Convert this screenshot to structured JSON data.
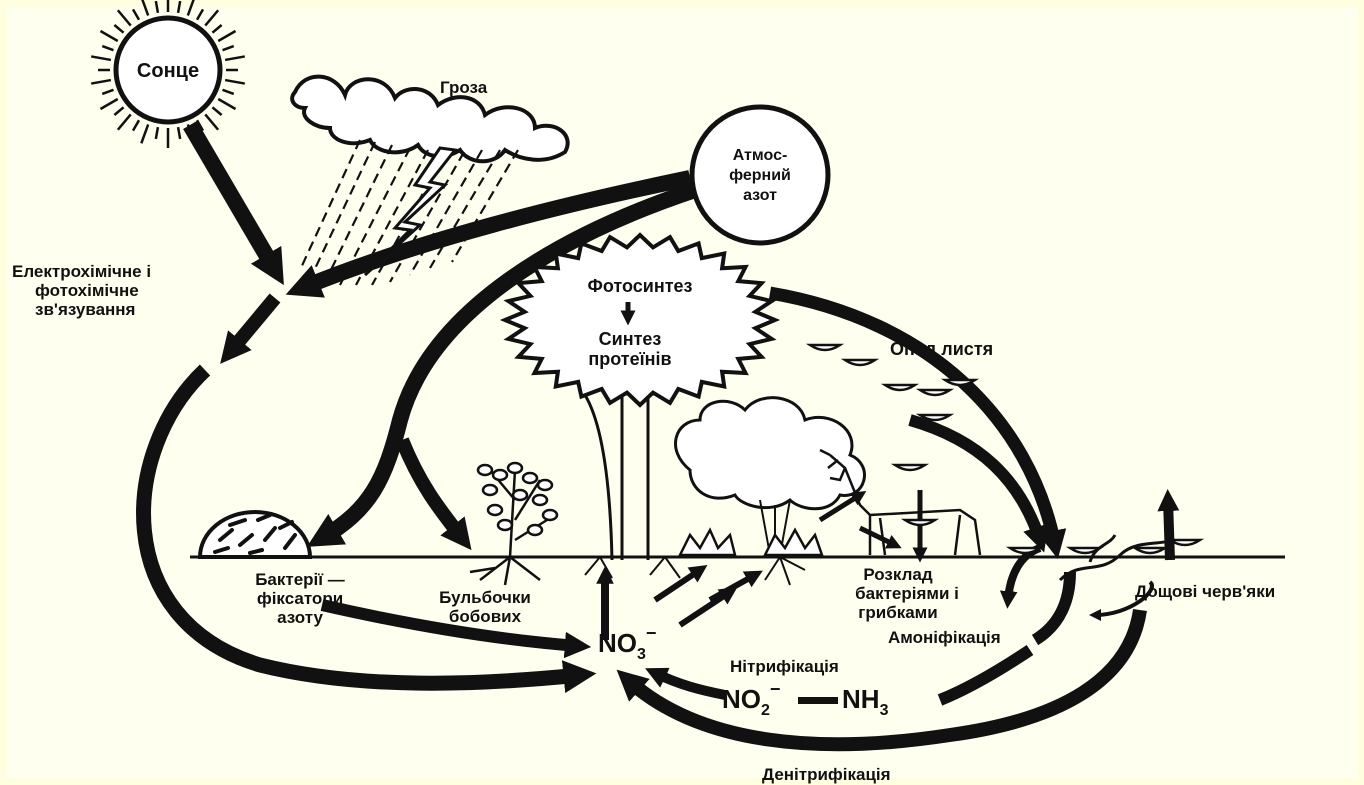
{
  "colors": {
    "background": "#fffff0",
    "ink": "#111111",
    "border": "#ffffe0"
  },
  "labels": {
    "sun": "Сонце",
    "storm": "Гроза",
    "atmosphere": [
      "Атмос-",
      "ферний",
      "азот"
    ],
    "electrochemical": [
      "Електрохімічне і",
      "фотохімічне",
      "зв'язування"
    ],
    "photosynthesis": "Фотосинтез",
    "protein_synthesis": [
      "Синтез",
      "протеїнів"
    ],
    "leaf_litter": "Опад листя",
    "fixing_bacteria": [
      "Бактерії —",
      "фіксатори",
      "азоту"
    ],
    "root_nodules": [
      "Бульбочки",
      "бобових"
    ],
    "decomposition": [
      "Розклад",
      "бактеріями і",
      "грибками"
    ],
    "earthworms": "Дощові черв'яки",
    "ammonification": "Амоніфікація",
    "nitrification": "Нітрифікація",
    "denitrification": "Денітрифікація",
    "nitrate": {
      "base": "NO",
      "sub": "3",
      "sup": "−"
    },
    "nitrite": {
      "base": "NO",
      "sub": "2",
      "sup": "−"
    },
    "ammonia": {
      "base": "NH",
      "sub": "3"
    }
  },
  "icons": [
    "sun-icon",
    "storm-cloud-icon",
    "rain-icon",
    "lightning-icon",
    "tree-icon",
    "bacteria-icon",
    "legume-plant-icon",
    "deer-icon",
    "leaf-icon",
    "arrow-icon"
  ]
}
